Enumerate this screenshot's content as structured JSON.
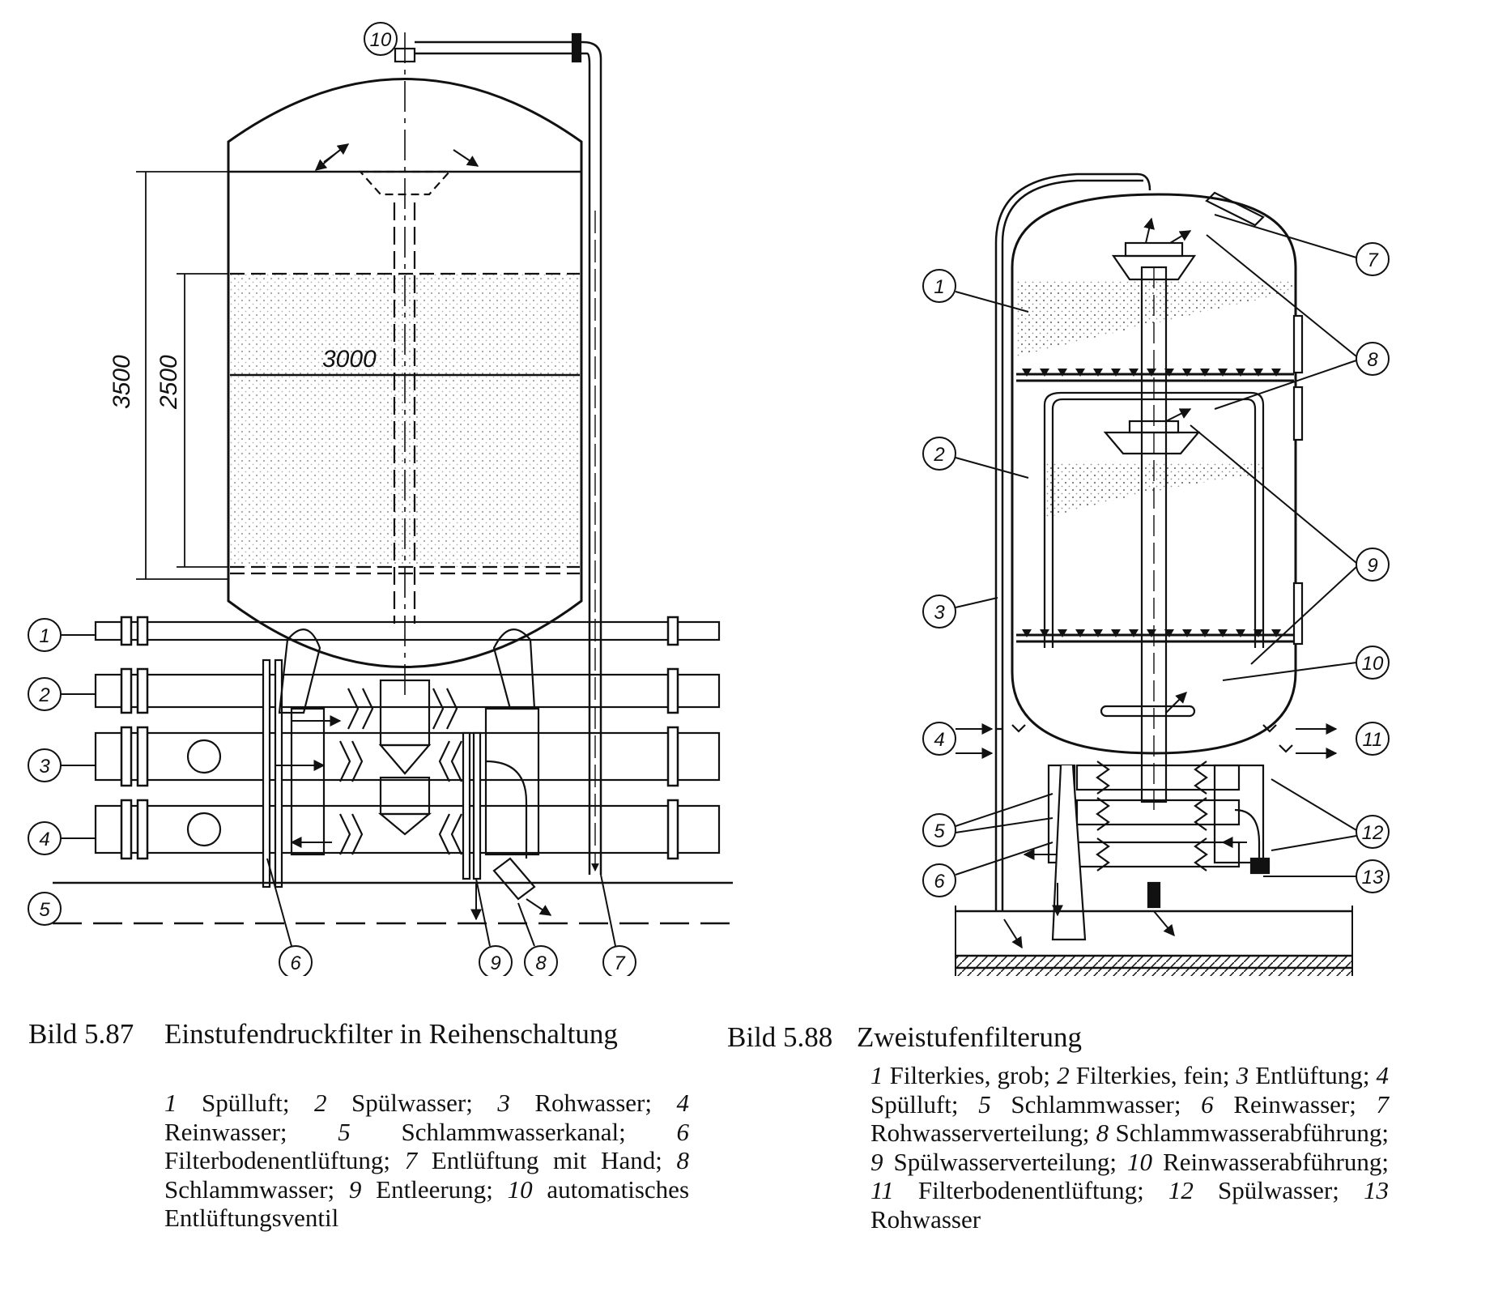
{
  "fig1": {
    "number": "Bild 5.87",
    "title": "Einstufendruckfilter in Reihenschaltung",
    "legend": [
      {
        "n": "1",
        "t": "Spülluft"
      },
      {
        "n": "2",
        "t": "Spülwasser"
      },
      {
        "n": "3",
        "t": "Rohwasser"
      },
      {
        "n": "4",
        "t": "Reinwasser"
      },
      {
        "n": "5",
        "t": "Schlammwasserkanal"
      },
      {
        "n": "6",
        "t": "Filterbodenentlüftung"
      },
      {
        "n": "7",
        "t": "Entlüftung mit Hand"
      },
      {
        "n": "8",
        "t": "Schlammwasser"
      },
      {
        "n": "9",
        "t": "Entleerung"
      },
      {
        "n": "10",
        "t": "automatisches Entlüftungsventil"
      }
    ],
    "dims": {
      "height_total": "3500",
      "height_bed": "2500",
      "diameter": "3000"
    },
    "callouts": [
      "1",
      "2",
      "3",
      "4",
      "5",
      "6",
      "7",
      "8",
      "9",
      "10"
    ]
  },
  "fig2": {
    "number": "Bild 5.88",
    "title": "Zweistufenfilterung",
    "legend": [
      {
        "n": "1",
        "t": "Filterkies, grob"
      },
      {
        "n": "2",
        "t": "Filterkies, fein"
      },
      {
        "n": "3",
        "t": "Entlüftung"
      },
      {
        "n": "4",
        "t": "Spülluft"
      },
      {
        "n": "5",
        "t": "Schlammwasser"
      },
      {
        "n": "6",
        "t": "Reinwasser"
      },
      {
        "n": "7",
        "t": "Rohwasserverteilung"
      },
      {
        "n": "8",
        "t": "Schlammwasserabführung"
      },
      {
        "n": "9",
        "t": "Spülwasserverteilung"
      },
      {
        "n": "10",
        "t": "Reinwasserabführung"
      },
      {
        "n": "11",
        "t": "Filterbodenentlüftung"
      },
      {
        "n": "12",
        "t": "Spülwasser"
      },
      {
        "n": "13",
        "t": "Rohwasser"
      }
    ],
    "callouts": [
      "1",
      "2",
      "3",
      "4",
      "5",
      "6",
      "7",
      "8",
      "9",
      "10",
      "11",
      "12",
      "13"
    ]
  },
  "icons": {
    "arrow": "flow-arrow-icon",
    "valve": "valve-icon",
    "callout": "callout-circle-icon"
  }
}
